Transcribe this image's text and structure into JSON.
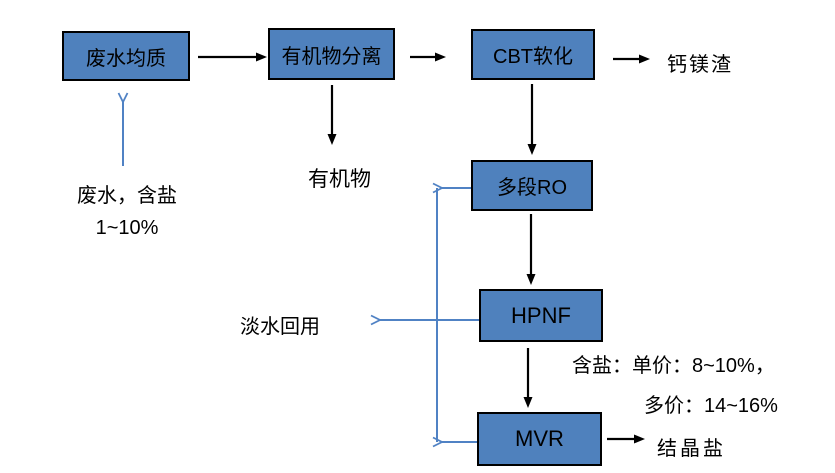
{
  "colors": {
    "box_fill": "#4f81bd",
    "box_border": "#000000",
    "arrow_black": "#000000",
    "arrow_blue": "#5082c4",
    "text": "#000000",
    "background": "#ffffff"
  },
  "boxes": {
    "homogenization": "废水均质",
    "organic_separation": "有机物分离",
    "cbt_softening": "CBT软化",
    "multistage_ro": "多段RO",
    "hpnf": "HPNF",
    "mvr": "MVR"
  },
  "labels": {
    "feed_line1": "废水，含盐",
    "feed_line2": "1~10%",
    "organics": "有机物",
    "calcium_magnesium_residue": "钙镁渣",
    "freshwater_reuse": "淡水回用",
    "salt_content_line1": "含盐：单价：8~10%，",
    "salt_content_line2": "多价：14~16%",
    "crystallized_salt": "结晶盐"
  }
}
